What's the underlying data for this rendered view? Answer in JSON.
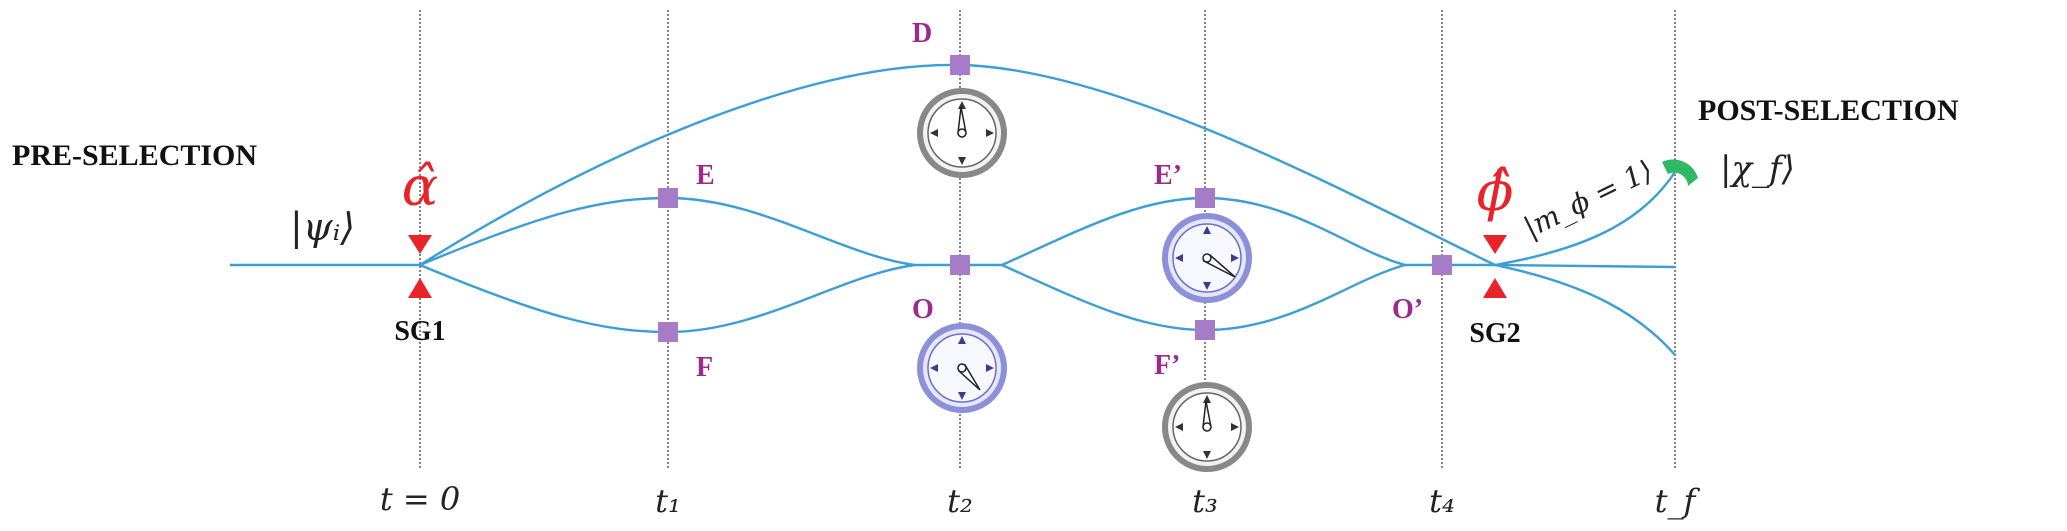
{
  "labels": {
    "pre_selection": "PRE-SELECTION",
    "post_selection": "POST-SELECTION",
    "sg1": "SG1",
    "sg2": "SG2",
    "psi_i": "|ψᵢ⟩",
    "chi_f": "|χ_f⟩",
    "alpha_hat": "α̂",
    "phi_hat": "ϕ̂",
    "m_phi": "|m_ϕ = 1⟩"
  },
  "times": [
    "t = 0",
    "t₁",
    "t₂",
    "t₃",
    "t₄",
    "t_f"
  ],
  "nodes": {
    "D": "D",
    "E": "E",
    "F": "F",
    "O": "O",
    "E_prime": "E’",
    "F_prime": "F’",
    "O_prime": "O’"
  },
  "colors": {
    "path": "#3a9fd6",
    "node": "#a67cc9",
    "node_label": "#9b2a8c",
    "magnet": "#e8232a",
    "detector": "#2fb866",
    "clock_gray_ring": "#888888",
    "clock_blue_ring": "#8d8fd8",
    "clock_blue_fill": "#e6e7fa"
  },
  "icons": {
    "clock": "clock-icon",
    "detector": "detector-icon",
    "magnet": "triangle-magnet-icon"
  }
}
